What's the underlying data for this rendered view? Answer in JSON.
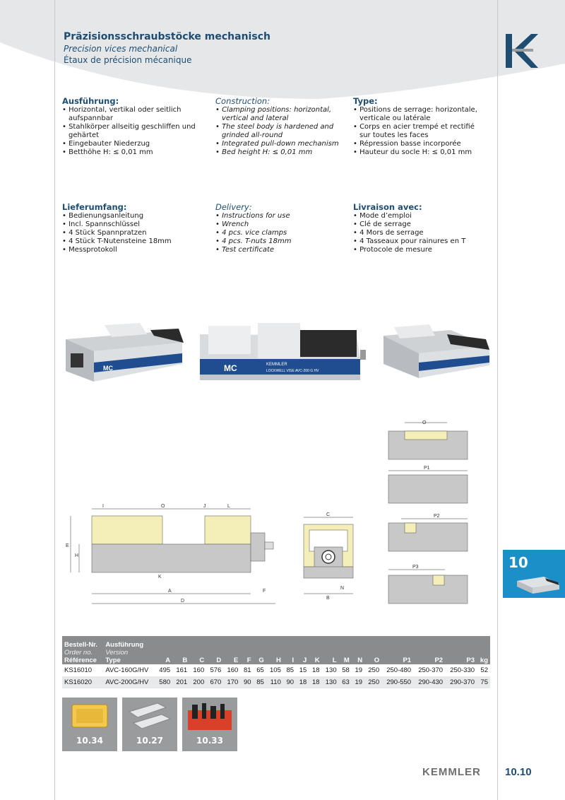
{
  "header": {
    "title_de": "Präzisionsschraubstöcke mechanisch",
    "title_en": "Precision vices mechanical",
    "title_fr": "Étaux de précision mécanique"
  },
  "section1": {
    "de": {
      "heading": "Ausführung:",
      "items": [
        "Horizontal, vertikal oder seitlich aufspannbar",
        "Stahlkörper allseitig geschliffen und gehärtet",
        "Eingebauter Niederzug",
        "Betthöhe H: ≤ 0,01 mm"
      ]
    },
    "en": {
      "heading": "Construction:",
      "items": [
        "Clamping positions: horizontal, vertical and lateral",
        "The steel body is hardened and grinded all-round",
        "Integrated pull-down mechanism",
        "Bed height H: ≤ 0,01 mm"
      ]
    },
    "fr": {
      "heading": "Type:",
      "items": [
        "Positions de serrage: horizontale, verticale ou latérale",
        "Corps en acier trempé et rectifié sur toutes les faces",
        "Répression basse incorporée",
        "Hauteur du socle H: ≤ 0,01 mm"
      ]
    }
  },
  "section2": {
    "de": {
      "heading": "Lieferumfang:",
      "items": [
        "Bedienungsanleitung",
        "Incl. Spannschlüssel",
        "4 Stück Spannpratzen",
        "4 Stück T-Nutensteine 18mm",
        "Messprotokoll"
      ]
    },
    "en": {
      "heading": "Delivery:",
      "items": [
        "Instructions for use",
        "Wrench",
        "4 pcs. vice clamps",
        "4 pcs. T-nuts 18mm",
        "Test certificate"
      ]
    },
    "fr": {
      "heading": "Livraison avec:",
      "items": [
        "Mode d’emploi",
        "Clé de serrage",
        "4 Mors de serrage",
        "4 Tasseaux pour rainures en T",
        "Protocole de mesure"
      ]
    }
  },
  "photos": {
    "brand_small": "KEMMLER",
    "mc": "MC",
    "caption": "LOCKWELL VISE AVC-200 G HV"
  },
  "drawing_labels": {
    "main": [
      "I",
      "O",
      "J",
      "L",
      "E",
      "H",
      "K",
      "A",
      "F",
      "D"
    ],
    "front": [
      "C",
      "N",
      "B"
    ],
    "side": [
      "O",
      "P1",
      "P2",
      "P3"
    ]
  },
  "chapter_tab": "10",
  "table": {
    "head_order": [
      "Bestell-Nr.",
      "Order no.",
      "Référence"
    ],
    "head_version": [
      "Ausführung",
      "Version",
      "Type"
    ],
    "columns": [
      "A",
      "B",
      "C",
      "D",
      "E",
      "F",
      "G",
      "H",
      "I",
      "J",
      "K",
      "L",
      "M",
      "N",
      "O",
      "P1",
      "P2",
      "P3",
      "kg"
    ],
    "rows": [
      {
        "order": "KS16010",
        "version": "AVC-160G/HV",
        "values": [
          "495",
          "161",
          "160",
          "576",
          "160",
          "81",
          "65",
          "105",
          "85",
          "15",
          "18",
          "130",
          "58",
          "19",
          "250",
          "250-480",
          "250-370",
          "250-330",
          "52"
        ]
      },
      {
        "order": "KS16020",
        "version": "AVC-200G/HV",
        "values": [
          "580",
          "201",
          "200",
          "670",
          "170",
          "90",
          "85",
          "110",
          "90",
          "18",
          "18",
          "130",
          "63",
          "19",
          "250",
          "290-550",
          "290-430",
          "290-370",
          "75"
        ]
      }
    ]
  },
  "accessories": [
    {
      "page": "10.34"
    },
    {
      "page": "10.27"
    },
    {
      "page": "10.33"
    }
  ],
  "footer": {
    "brand": "KEMMLER",
    "page": "10.10"
  },
  "colors": {
    "accent": "#1f4d72",
    "tab": "#1a8fc8",
    "gray": "#8a8b8d"
  }
}
